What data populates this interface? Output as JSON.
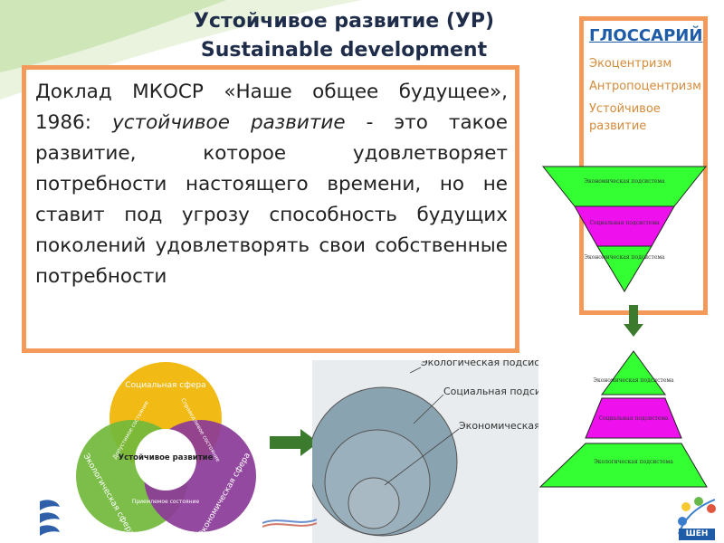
{
  "title": {
    "line1": "Устойчивое развитие  (УР)",
    "line2": "Sustainable development"
  },
  "main": {
    "text_part1": "Доклад МКОСР «Наше общее будущее», 1986: ",
    "text_italic": "устойчивое развитие",
    "text_part2": " - это такое развитие, которое удовлетворяет потребности настоящего времени, но не ставит под угрозу способность будущих поколений удовлетворять свои собственные потребности"
  },
  "glossary": {
    "title": "ГЛОССАРИЙ",
    "items": [
      "Экоцентризм",
      "Антропоцентризм",
      "Устойчивое развитие"
    ]
  },
  "venn": {
    "social": "Социальная сфера",
    "ecological": "Экологическая сфера",
    "economic": "Экономическая сфера",
    "center": "Устойчивое развитие",
    "eco_social": "Допустимое состояние",
    "social_econ": "Справедливое состояние",
    "eco_econ": "Приемлемое состояние"
  },
  "circles_diagram": {
    "ecological": "Экологическая подсистема",
    "social": "Социальная подсистема",
    "economic": "Экономическая подсистема"
  },
  "pyramid_top": {
    "level1": "Экономическая подсистема",
    "level2": "Социальная подсистема",
    "level3": "Экономическая подсистема"
  },
  "pyramid_bottom": {
    "level1": "Экономическая подсистема",
    "level2": "Социальная подсистема",
    "level3": "Экологическая подсистема"
  },
  "logo": {
    "text": "ШЕН"
  },
  "colors": {
    "accent_border": "#f39a5b",
    "title": "#1f2d4a",
    "glossary_title": "#1f5ca8",
    "glossary_item": "#d58b3a",
    "green_triangle": "#33ff33",
    "magenta_triangle": "#ee11ee",
    "arrow_green": "#3c7a2e"
  }
}
